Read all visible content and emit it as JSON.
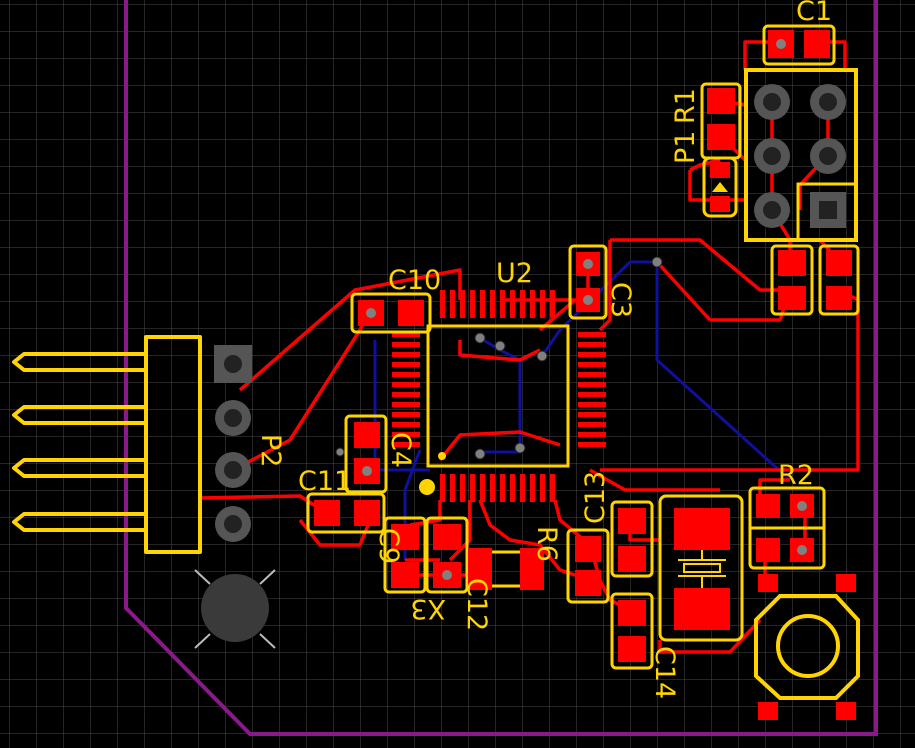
{
  "colors": {
    "background": "#000000",
    "grid": "#4a4a4a",
    "outline": "#8a1a8a",
    "top_copper": "#ff0000",
    "bottom_copper": "#0d0d9a",
    "silkscreen": "#ffd400",
    "via": "#808080",
    "hole_pad": "#555555"
  },
  "labels": {
    "c1": "C1",
    "p1": "P1",
    "r1": "R1",
    "c10": "C10",
    "u2": "U2",
    "c3": "C3",
    "c4": "C4",
    "p2": "P2",
    "c11": "C11",
    "c9": "C9",
    "x3": "X3",
    "c12": "C12",
    "r6": "R6",
    "c13": "C13",
    "r2": "R2",
    "c14": "C14"
  }
}
